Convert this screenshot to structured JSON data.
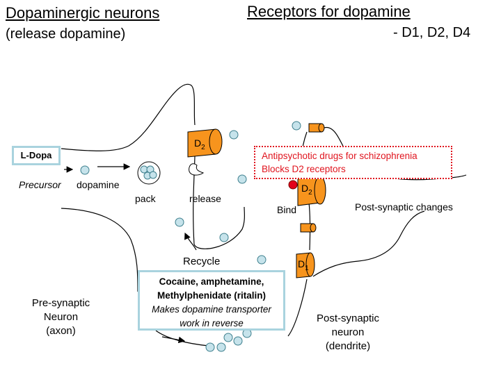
{
  "titles": {
    "neurons_title": "Dopaminergic neurons",
    "neurons_sub": "(release dopamine)",
    "receptors_title": "Receptors for dopamine",
    "receptors_sub": "- D1, D2, D4"
  },
  "labels": {
    "ldopa": "L-Dopa",
    "precursor": "Precursor",
    "dopamine": "dopamine",
    "pack": "pack",
    "release": "release",
    "recycle": "Recycle",
    "bind": "Bind",
    "post_synaptic_changes": "Post-synaptic changes",
    "d2_transporter": "D",
    "d2_transporter_sub": "2",
    "d2_receptor": "D",
    "d2_receptor_sub": "2",
    "d1_receptor": "D",
    "d1_receptor_sub": "1"
  },
  "antipsychotic": {
    "line1": "Antipsychotic drugs for schizophrenia",
    "line2": "Blocks D2 receptors"
  },
  "cocaine": {
    "line1": "Cocaine, amphetamine,",
    "line2": "Methylphenidate (ritalin)",
    "line3": "Makes dopamine transporter",
    "line4": "work in reverse"
  },
  "presynaptic": {
    "line1": "Pre-synaptic",
    "line2": "Neuron",
    "line3": "(axon)"
  },
  "postsynaptic": {
    "line1": "Post-synaptic",
    "line2": "neuron",
    "line3": "(dendrite)"
  },
  "colors": {
    "receptor_orange": "#f7941d",
    "vesicle_fill": "#c6e3eb",
    "box_border_blue": "#a9d3de",
    "drug_red": "#e0141e",
    "blocker_dot": "#e3001b"
  }
}
